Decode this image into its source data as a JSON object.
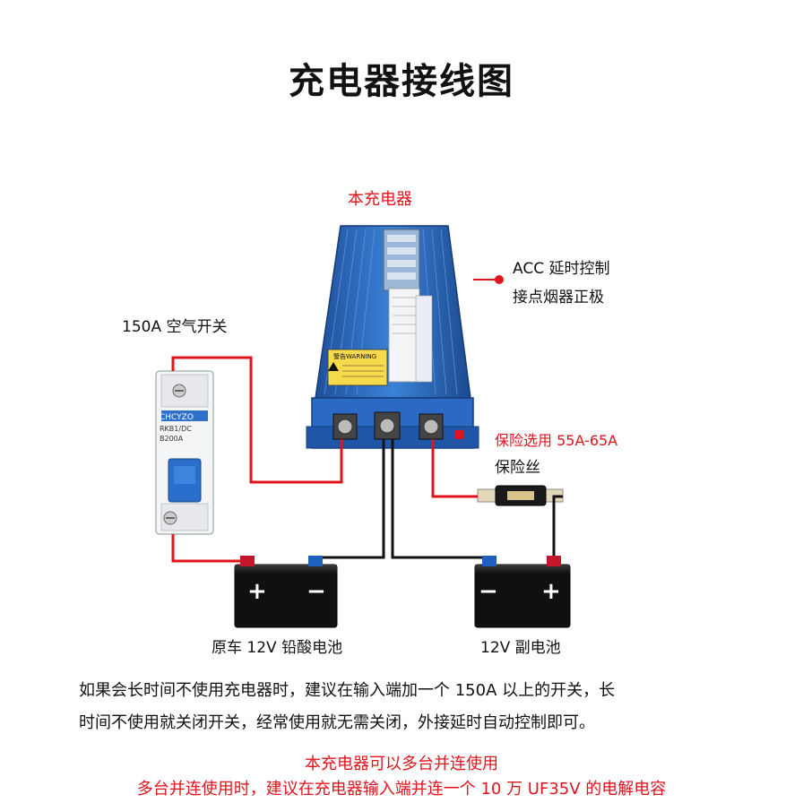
{
  "title": "充电器接线图",
  "labels": {
    "charger": "本充电器",
    "acc_line1": "ACC 延时控制",
    "acc_line2": "接点烟器正极",
    "breaker": "150A 空气开关",
    "fuse_note": "保险选用 55A-65A",
    "fuse": "保险丝",
    "battery_main": "原车 12V 铅酸电池",
    "battery_aux": "12V 副电池"
  },
  "breaker_device": {
    "brand": "CHCYZO",
    "model": "RKB1/DC",
    "rating": "B200A"
  },
  "charger_device": {
    "warning": "警告WARNING"
  },
  "battery_symbols": {
    "main_left": "+",
    "main_right": "−",
    "aux_left": "−",
    "aux_right": "+"
  },
  "paragraph": {
    "line1": "如果会长时间不使用充电器时，建议在输入端加一个 150A 以上的开关，长",
    "line2": "时间不使用就关闭开关，经常使用就无需关闭，外接延时自动控制即可。"
  },
  "notes": {
    "line1": "本充电器可以多台并连使用",
    "line2": "多台并连使用时，建议在充电器输入端并连一个 10 万 UF35V 的电解电容"
  },
  "colors": {
    "wire_red": "#e1141c",
    "wire_black": "#111111",
    "charger_blue": "#2f6fc4",
    "text_red": "#e1141c"
  }
}
